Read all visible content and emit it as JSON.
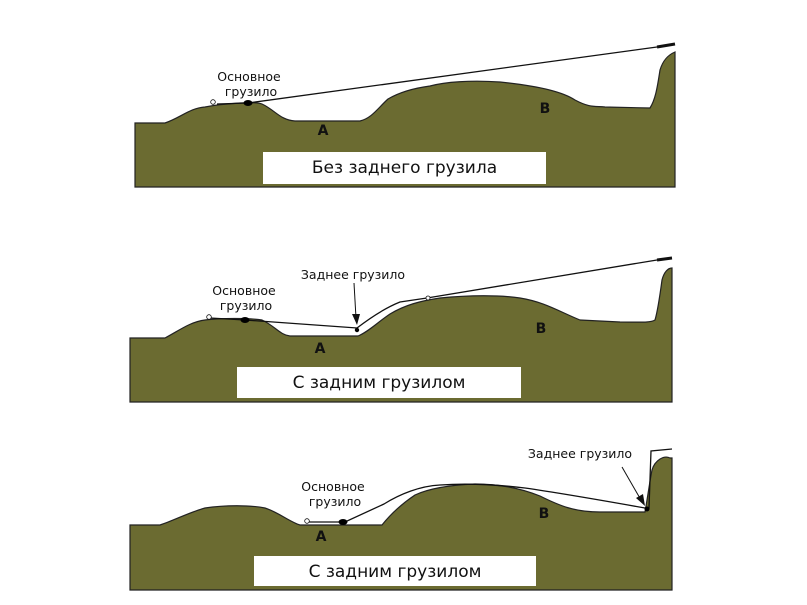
{
  "panels": [
    {
      "caption": "Без заднего грузила",
      "main_sinker_label": [
        "Основное",
        "грузило"
      ],
      "back_sinker_label": null,
      "point_a": "A",
      "point_b": "B"
    },
    {
      "caption": "С задним грузилом",
      "main_sinker_label": [
        "Основное",
        "грузило"
      ],
      "back_sinker_label": "Заднее грузило",
      "point_a": "A",
      "point_b": "B"
    },
    {
      "caption": "С задним грузилом",
      "main_sinker_label": [
        "Основное",
        "грузило"
      ],
      "back_sinker_label": "Заднее грузило",
      "point_a": "A",
      "point_b": "B"
    }
  ],
  "colors": {
    "ground": "#6b6b31",
    "line": "#111111",
    "background": "#ffffff"
  }
}
